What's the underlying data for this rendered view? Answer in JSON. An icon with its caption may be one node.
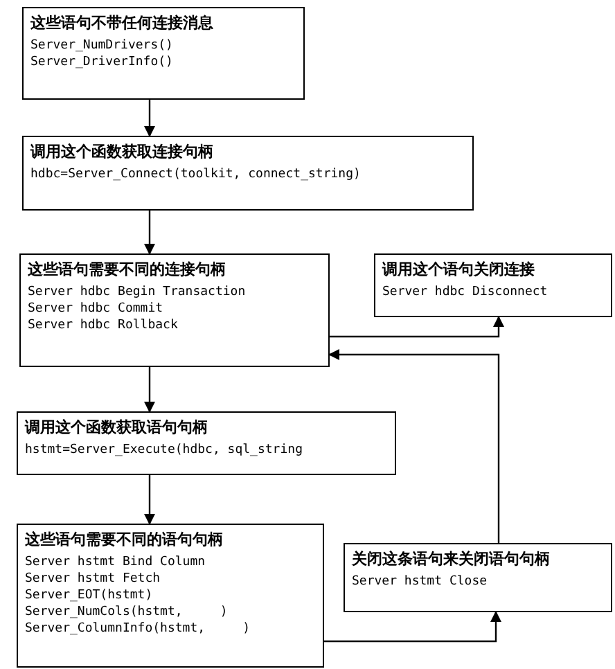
{
  "diagram": {
    "nodes": [
      {
        "text": [
          "这些语句不带任何连接消息",
          "Server_NumDrivers()",
          "Server_DriverInfo()"
        ]
      },
      {
        "text": [
          "调用这个函数获取连接句柄",
          "hdbc=Server_Connect(toolkit, connect_string)"
        ]
      },
      {
        "text": [
          "这些语句需要不同的连接句柄",
          "Server hdbc Begin Transaction",
          "Server hdbc Commit",
          "Server hdbc Rollback"
        ]
      },
      {
        "text": [
          "调用这个语句关闭连接",
          "Server hdbc Disconnect"
        ]
      },
      {
        "text": [
          "调用这个函数获取语句句柄",
          "hstmt=Server_Execute(hdbc, sql_string"
        ]
      },
      {
        "text": [
          "这些语句需要不同的语句句柄",
          "Server hstmt Bind Column",
          "Server hstmt Fetch",
          "Server_EOT(hstmt)",
          "Server_NumCols(hstmt,     )",
          "Server_ColumnInfo(hstmt,     )"
        ]
      },
      {
        "text": [
          "关闭这条语句来关闭语句句柄",
          "Server hstmt Close"
        ]
      }
    ],
    "edges": [
      {
        "from": 0,
        "to": 1,
        "arrow": "to"
      },
      {
        "from": 1,
        "to": 2,
        "arrow": "to"
      },
      {
        "from": 2,
        "to": 3,
        "arrow": "to"
      },
      {
        "from": 2,
        "to": 4,
        "arrow": "to"
      },
      {
        "from": 4,
        "to": 5,
        "arrow": "to"
      },
      {
        "from": 6,
        "to": 2,
        "arrow": "to"
      },
      {
        "from": 5,
        "to": 6,
        "arrow": "to"
      }
    ]
  }
}
